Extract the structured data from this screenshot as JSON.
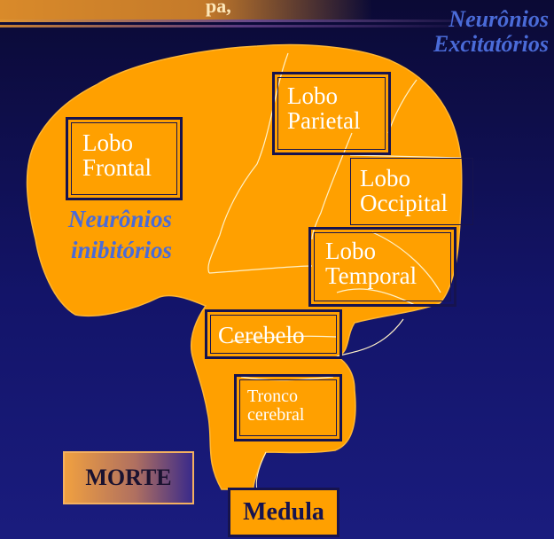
{
  "header": {
    "title_fragment": "pa,́"
  },
  "labels": {
    "excitatory_line1": "Neurônios",
    "excitatory_line2": "Excitatórios",
    "inhibitory_line1": "Neurônios",
    "inhibitory_line2": "inibitórios"
  },
  "regions": {
    "frontal": [
      "Lobo",
      "Frontal"
    ],
    "parietal": [
      "Lobo",
      "Parietal"
    ],
    "occipital": [
      "Lobo",
      "Occipital"
    ],
    "temporal": [
      "Lobo",
      "Temporal"
    ],
    "cerebelo": "Cerebelo",
    "tronco": [
      "Tronco",
      "cerebral"
    ]
  },
  "bottom": {
    "morte": "MORTE",
    "medula": "Medula"
  },
  "colors": {
    "brain": "#ffa000",
    "outline": "#16134f",
    "label_blue": "#4a6bd8",
    "background": "#131469"
  }
}
